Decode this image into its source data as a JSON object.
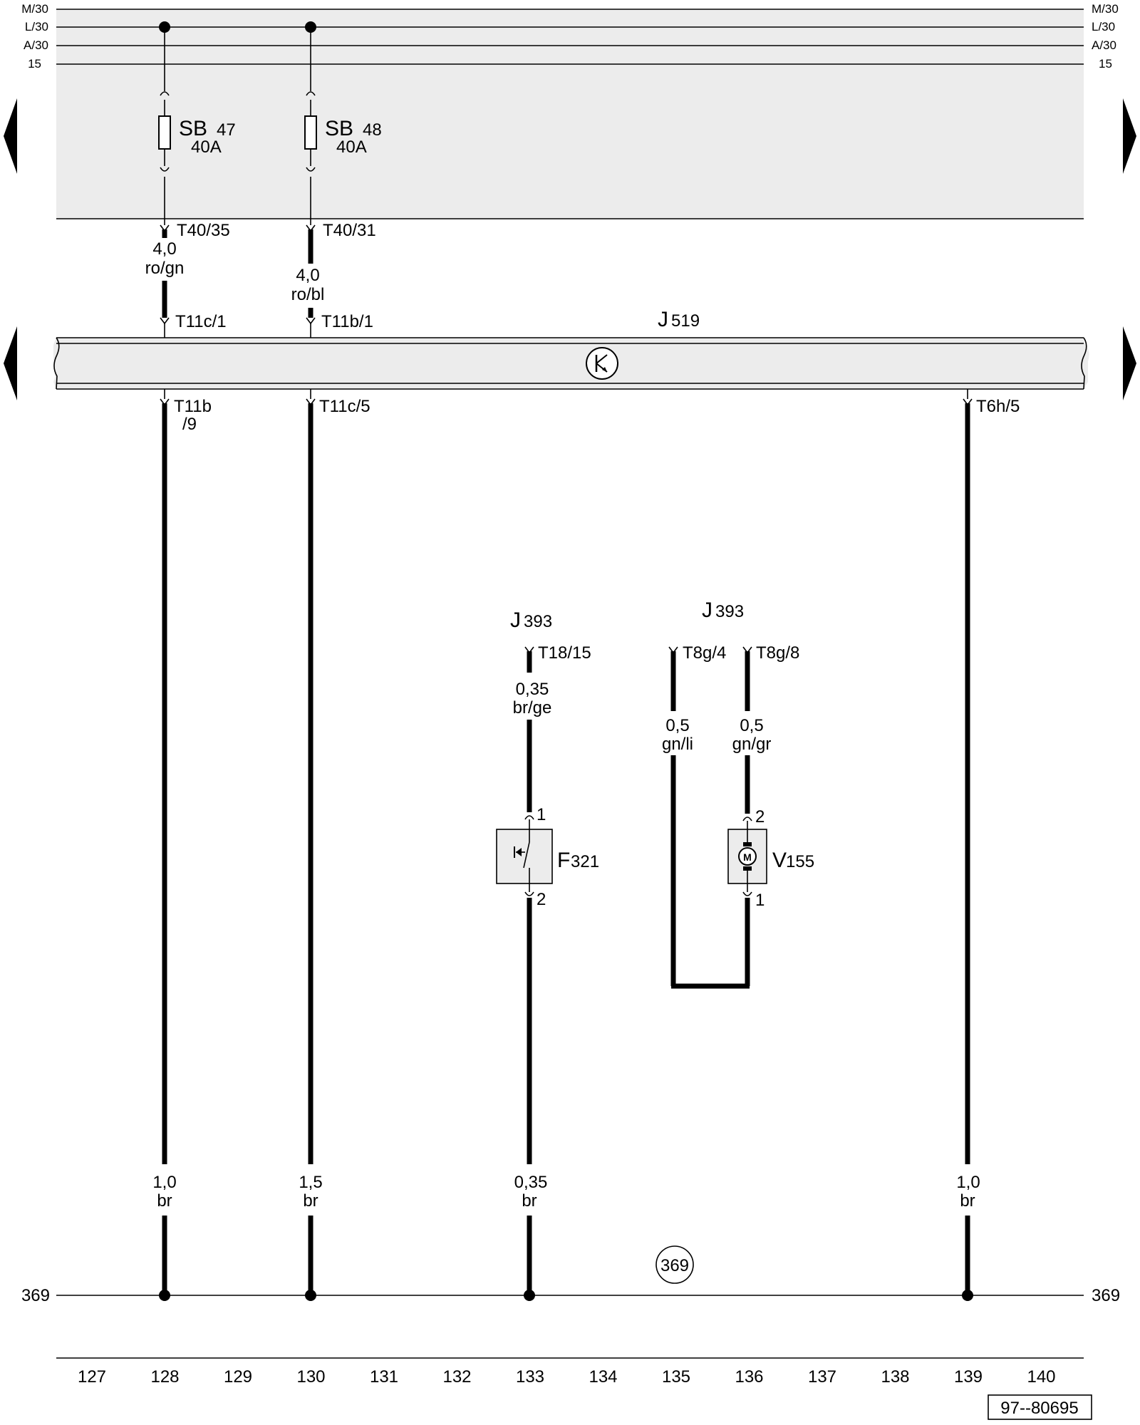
{
  "rails": {
    "m30": "M/30",
    "l30": "L/30",
    "a30": "A/30",
    "t15": "15",
    "ground": "369"
  },
  "fuses": [
    {
      "id": "SB",
      "number": "47",
      "rating": "40A"
    },
    {
      "id": "SB",
      "number": "48",
      "rating": "40A"
    }
  ],
  "connectors": {
    "t40_35": "T40/35",
    "t40_31": "T40/31",
    "t11c_1": "T11c/1",
    "t11b_1": "T11b/1",
    "t11b_9_a": "T11b",
    "t11b_9_b": "/9",
    "t11c_5": "T11c/5",
    "t6h_5": "T6h/5",
    "t18_15": "T18/15",
    "t8g_4": "T8g/4",
    "t8g_8": "T8g/8"
  },
  "wires": {
    "w1_size": "4,0",
    "w1_color": "ro/gn",
    "w2_size": "4,0",
    "w2_color": "ro/bl",
    "w3_size": "0,35",
    "w3_color": "br/ge",
    "w4_size": "0,5",
    "w4_color": "gn/li",
    "w5_size": "0,5",
    "w5_color": "gn/gr",
    "g1_size": "1,0",
    "g1_color": "br",
    "g2_size": "1,5",
    "g2_color": "br",
    "g3_size": "0,35",
    "g3_color": "br",
    "g4_size": "1,0",
    "g4_color": "br"
  },
  "components": {
    "j519": {
      "letter": "J",
      "number": "519"
    },
    "j393_a": {
      "letter": "J",
      "number": "393"
    },
    "j393_b": {
      "letter": "J",
      "number": "393"
    },
    "f321": {
      "letter": "F",
      "number": "321",
      "pin_top": "1",
      "pin_bottom": "2"
    },
    "v155": {
      "letter": "V",
      "number": "155",
      "pin_top": "2",
      "pin_bottom": "1",
      "symbol": "M"
    }
  },
  "ground_point": "369",
  "columns": [
    "127",
    "128",
    "129",
    "130",
    "131",
    "132",
    "133",
    "134",
    "135",
    "136",
    "137",
    "138",
    "139",
    "140"
  ],
  "doc_id": "97--80695",
  "nav": {
    "left": "arrow-left",
    "right": "arrow-right"
  }
}
